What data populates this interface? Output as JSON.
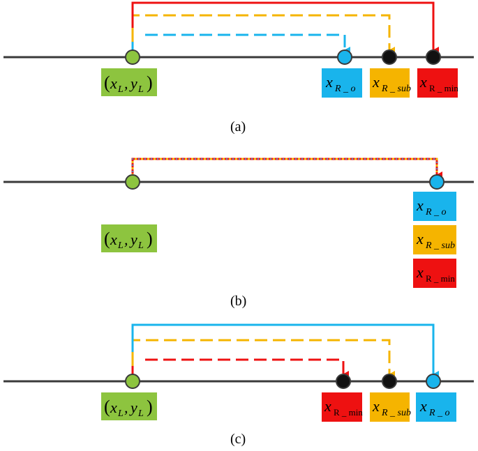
{
  "colors": {
    "red": "#ee1111",
    "yellow": "#f5b400",
    "blue": "#19b4ec",
    "green": "#8dc43f",
    "black": "#111111",
    "axis": "#3a3a3a"
  },
  "labels": {
    "origin": {
      "x": "x",
      "x_sub": "L",
      "y": "y",
      "y_sub": "L"
    },
    "x_r_o": {
      "base": "x",
      "sub": "R _ o"
    },
    "x_r_sub": {
      "base": "x",
      "sub": "R _ sub"
    },
    "x_r_min": {
      "base": "x",
      "sub": "R _ min"
    }
  },
  "panels": [
    {
      "id": "a",
      "caption": "(a)"
    },
    {
      "id": "b",
      "caption": "(b)"
    },
    {
      "id": "c",
      "caption": "(c)"
    }
  ]
}
